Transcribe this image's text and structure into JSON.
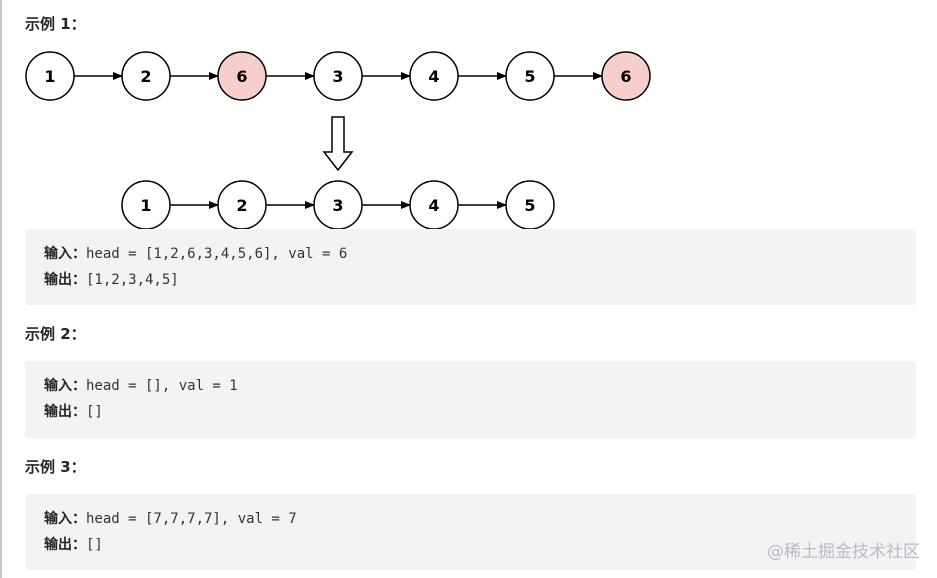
{
  "examples": [
    {
      "heading": "示例 1：",
      "input_label": "输入：",
      "input_value": "head = [1,2,6,3,4,5,6], val = 6",
      "output_label": "输出：",
      "output_value": "[1,2,3,4,5]"
    },
    {
      "heading": "示例 2：",
      "input_label": "输入：",
      "input_value": "head = [], val = 1",
      "output_label": "输出：",
      "output_value": "[]"
    },
    {
      "heading": "示例 3：",
      "input_label": "输入：",
      "input_value": "head = [7,7,7,7], val = 7",
      "output_label": "输出：",
      "output_value": "[]"
    }
  ],
  "diagram": {
    "before_list": [
      "1",
      "2",
      "6",
      "3",
      "4",
      "5",
      "6"
    ],
    "after_list": [
      "1",
      "2",
      "3",
      "4",
      "5"
    ],
    "removed_value": "6",
    "colors": {
      "node_fill": "#ffffff",
      "removed_fill": "#f8cecc",
      "stroke": "#000000"
    }
  },
  "watermark": "@稀土掘金技术社区"
}
